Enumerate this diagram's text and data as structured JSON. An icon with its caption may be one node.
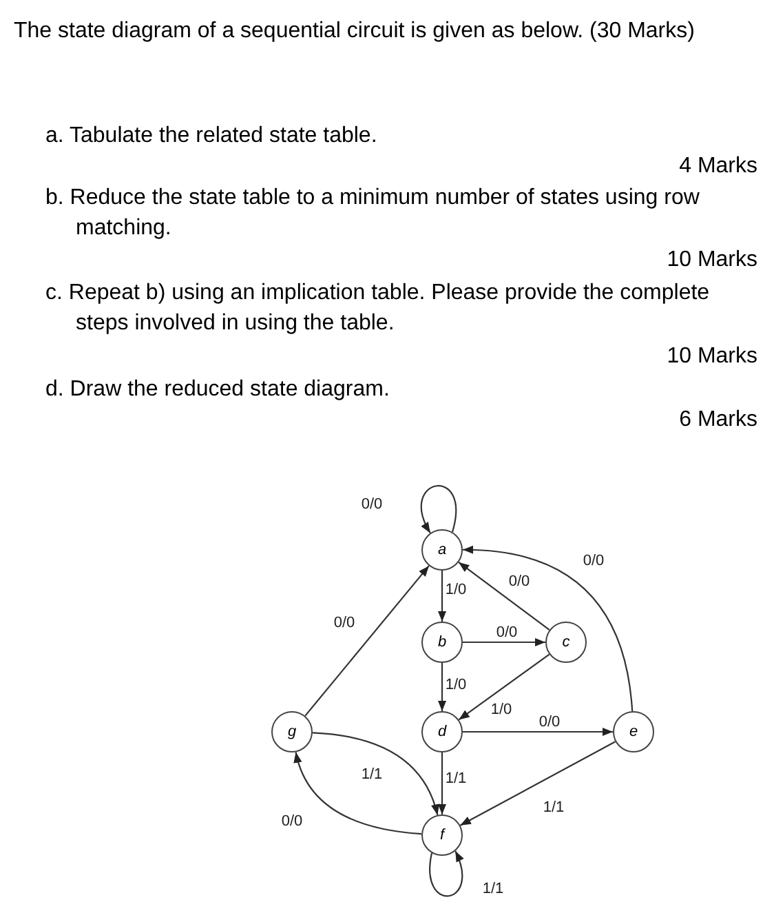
{
  "diagram": {
    "title": "The state diagram of a sequential circuit is given as below. (30 Marks)",
    "nodes": [
      {
        "text": [
          "a"
        ]
      },
      {
        "text": [
          "b"
        ]
      },
      {
        "text": [
          "c"
        ]
      },
      {
        "text": [
          "d"
        ]
      },
      {
        "text": [
          "e"
        ]
      },
      {
        "text": [
          "f"
        ]
      },
      {
        "text": [
          "g"
        ]
      }
    ],
    "edges": [
      {
        "from": 0,
        "to": 0,
        "arrow": "to",
        "label": "0/0"
      },
      {
        "from": 0,
        "to": 1,
        "arrow": "to",
        "label": "1/0"
      },
      {
        "from": 1,
        "to": 2,
        "arrow": "to",
        "label": "0/0"
      },
      {
        "from": 2,
        "to": 0,
        "arrow": "to",
        "label": "0/0"
      },
      {
        "from": 1,
        "to": 3,
        "arrow": "to",
        "label": "1/0"
      },
      {
        "from": 2,
        "to": 3,
        "arrow": "to",
        "label": "1/0"
      },
      {
        "from": 3,
        "to": 4,
        "arrow": "to",
        "label": "0/0"
      },
      {
        "from": 4,
        "to": 0,
        "arrow": "to",
        "label": "0/0"
      },
      {
        "from": 6,
        "to": 0,
        "arrow": "to",
        "label": "0/0"
      },
      {
        "from": 3,
        "to": 5,
        "arrow": "to",
        "label": "1/1"
      },
      {
        "from": 4,
        "to": 5,
        "arrow": "to",
        "label": "1/1"
      },
      {
        "from": 6,
        "to": 5,
        "arrow": "to",
        "label": "1/1"
      },
      {
        "from": 5,
        "to": 6,
        "arrow": "to",
        "label": "0/0"
      },
      {
        "from": 5,
        "to": 5,
        "arrow": "to",
        "label": "1/1"
      }
    ],
    "labels": [
      "a. Tabulate the related state table.",
      "4 Marks",
      "b. Reduce the state table to a minimum number of states using row matching.",
      "10 Marks",
      "c. Repeat b) using an implication table. Please provide the complete steps involved in using the table.",
      "10 Marks",
      "d. Draw the reduced state diagram.",
      "6 Marks"
    ]
  }
}
